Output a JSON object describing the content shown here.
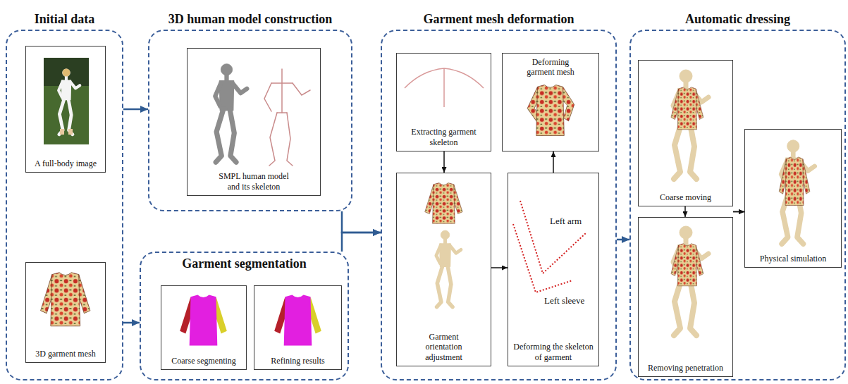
{
  "diagram": {
    "nodes": [
      {
        "text": [
          "Initial data"
        ]
      },
      {
        "text": [
          "A full-body image"
        ],
        "in": 0
      },
      {
        "text": [
          "3D garment mesh"
        ],
        "in": 0
      },
      {
        "text": [
          "3D human model construction"
        ]
      },
      {
        "text": [
          "SMPL human model and its skeleton"
        ],
        "in": 3
      },
      {
        "text": [
          "Garment segmentation"
        ]
      },
      {
        "text": [
          "Coarse segmenting"
        ],
        "in": 5
      },
      {
        "text": [
          "Refining results"
        ],
        "in": 5
      },
      {
        "text": [
          "Garment mesh deformation"
        ]
      },
      {
        "text": [
          "Extracting garment skeleton"
        ],
        "in": 8
      },
      {
        "text": [
          "Deforming garment mesh"
        ],
        "in": 8
      },
      {
        "text": [
          "Garment orientation adjustment"
        ],
        "in": 8
      },
      {
        "text": [
          "Deforming the skeleton of garment"
        ],
        "in": 8
      },
      {
        "text": [
          "Automatic dressing"
        ]
      },
      {
        "text": [
          "Coarse moving"
        ],
        "in": 13
      },
      {
        "text": [
          "Removing penetration"
        ],
        "in": 13
      },
      {
        "text": [
          "Physical simulation"
        ],
        "in": 13
      }
    ],
    "edges": [
      {
        "from": 0,
        "to": 3,
        "arrow": "to"
      },
      {
        "from": 0,
        "to": 5,
        "arrow": "to"
      },
      {
        "from": 3,
        "to": 8,
        "arrow": "to"
      },
      {
        "from": 5,
        "to": 8,
        "arrow": "to"
      },
      {
        "from": 8,
        "to": 13,
        "arrow": "to"
      },
      {
        "from": 9,
        "to": 11,
        "arrow": "to"
      },
      {
        "from": 11,
        "to": 12,
        "arrow": "to"
      },
      {
        "from": 12,
        "to": 10,
        "arrow": "to"
      },
      {
        "from": 14,
        "to": 15,
        "arrow": "to"
      },
      {
        "from": 14,
        "to": 16,
        "arrow": "to"
      },
      {
        "from": 15,
        "to": 16,
        "arrow": "to"
      }
    ],
    "labels": [
      "Left arm",
      "Left sleeve"
    ]
  }
}
